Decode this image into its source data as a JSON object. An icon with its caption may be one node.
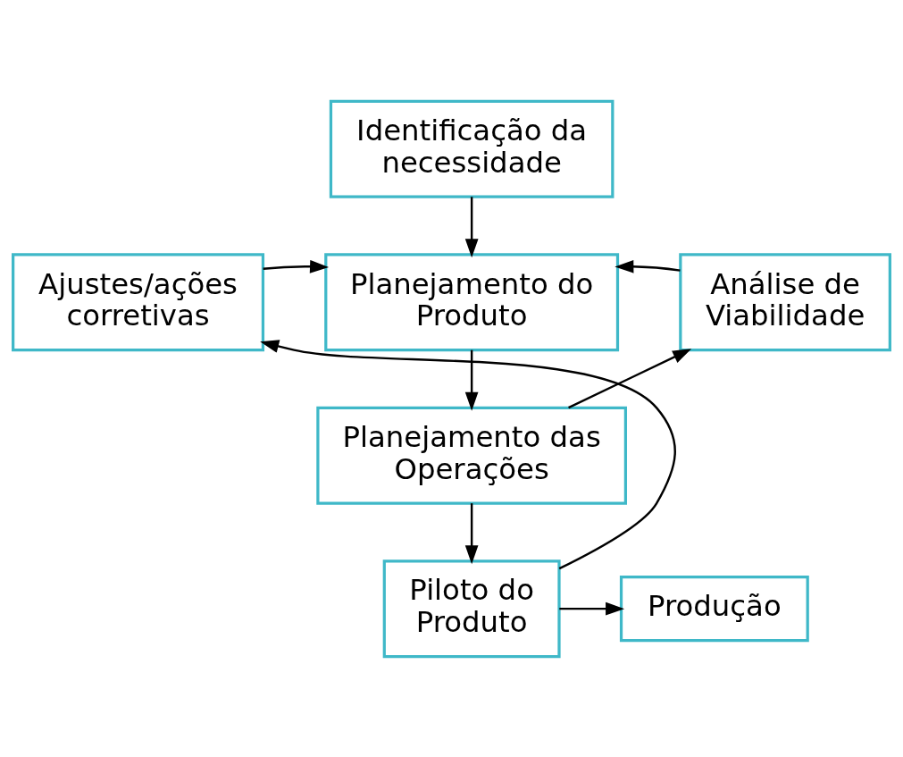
{
  "diagram": {
    "nodes": [
      {
        "text": [
          "Identificação da necessidade"
        ]
      },
      {
        "text": [
          "Ajustes/ações corretivas"
        ]
      },
      {
        "text": [
          "Planejamento do Produto"
        ]
      },
      {
        "text": [
          "Análise de Viabilidade"
        ]
      },
      {
        "text": [
          "Planejamento das Operações"
        ]
      },
      {
        "text": [
          "Piloto do Produto"
        ]
      },
      {
        "text": [
          "Produção"
        ]
      }
    ],
    "edges": [
      {
        "from": 0,
        "to": 2,
        "arrow": "to"
      },
      {
        "from": 1,
        "to": 2,
        "arrow": "to"
      },
      {
        "from": 3,
        "to": 2,
        "arrow": "to"
      },
      {
        "from": 2,
        "to": 4,
        "arrow": "to"
      },
      {
        "from": 4,
        "to": 3,
        "arrow": "to"
      },
      {
        "from": 4,
        "to": 5,
        "arrow": "to"
      },
      {
        "from": 5,
        "to": 1,
        "arrow": "to"
      },
      {
        "from": 5,
        "to": 6,
        "arrow": "to"
      }
    ]
  }
}
